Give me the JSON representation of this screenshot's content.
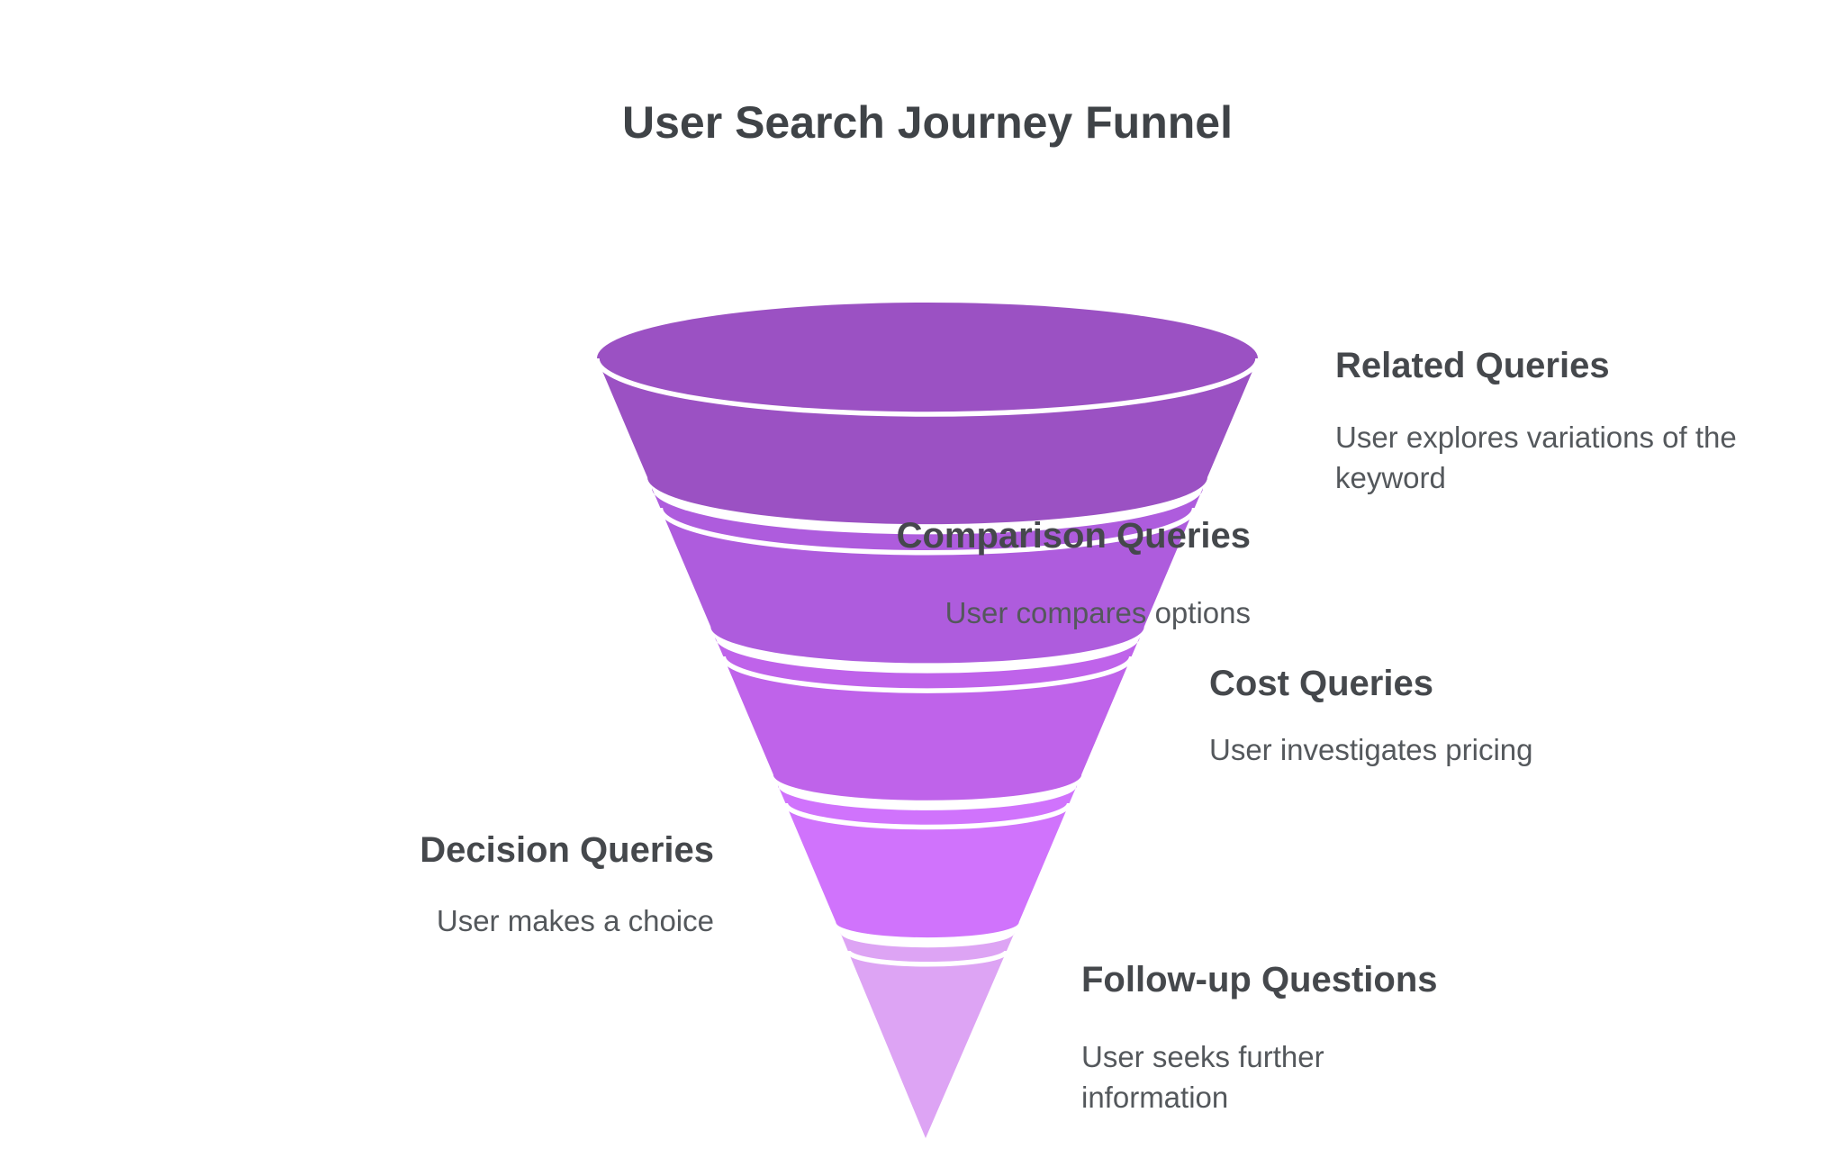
{
  "title": "User Search Journey Funnel",
  "background_color": "#ffffff",
  "separator_color": "#ffffff",
  "title_color": "#3f4347",
  "label_color": "#45484c",
  "description_color": "#54585c",
  "stages": [
    {
      "label": "Related Queries",
      "description": "User explores variations of the keyword",
      "color": "#9b51c3",
      "label_side": "right"
    },
    {
      "label": "Comparison Queries",
      "description": "User compares options",
      "color": "#ae5cdd",
      "label_side": "left"
    },
    {
      "label": "Cost Queries",
      "description": "User investigates pricing",
      "color": "#bf63ea",
      "label_side": "right"
    },
    {
      "label": "Decision Queries",
      "description": "User makes a choice",
      "color": "#d073fc",
      "label_side": "left"
    },
    {
      "label": "Follow-up Questions",
      "description": "User seeks further information",
      "color": "#dda4f4",
      "label_side": "right"
    }
  ]
}
